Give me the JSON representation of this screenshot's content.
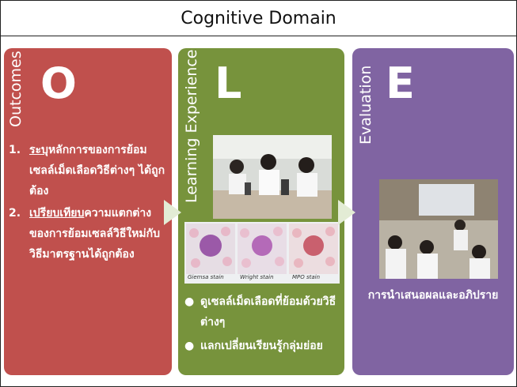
{
  "title": "Cognitive Domain",
  "outcomes": {
    "label": "Outcomes",
    "letter": "O",
    "items": [
      {
        "num": "1.",
        "verb": "ระบุ",
        "rest": "หลักการของการย้อมเซลล์เม็ดเลือดวิธีต่างๆ ได้ถูกต้อง"
      },
      {
        "num": "2.",
        "verb": "เปรียบเทียบ",
        "rest": "ความแตกต่างของการย้อมเซลล์วิธีใหม่กับวิธีมาตรฐานได้ถูกต้อง"
      }
    ],
    "color": "#c0504d"
  },
  "learning": {
    "label": "Learning Experience",
    "letter": "L",
    "stain_labels": [
      "Giemsa stain",
      "Wright stain",
      "MPO stain"
    ],
    "bullets": [
      "ดูเซลล์เม็ดเลือดที่ย้อมด้วยวิธีต่างๆ",
      "แลกเปลี่ยนเรียนรู้กลุ่มย่อย"
    ],
    "color": "#77933c"
  },
  "evaluation": {
    "label": "Evaluation",
    "letter": "E",
    "caption": "การนำเสนอผลและอภิปราย",
    "color": "#8064a2"
  }
}
